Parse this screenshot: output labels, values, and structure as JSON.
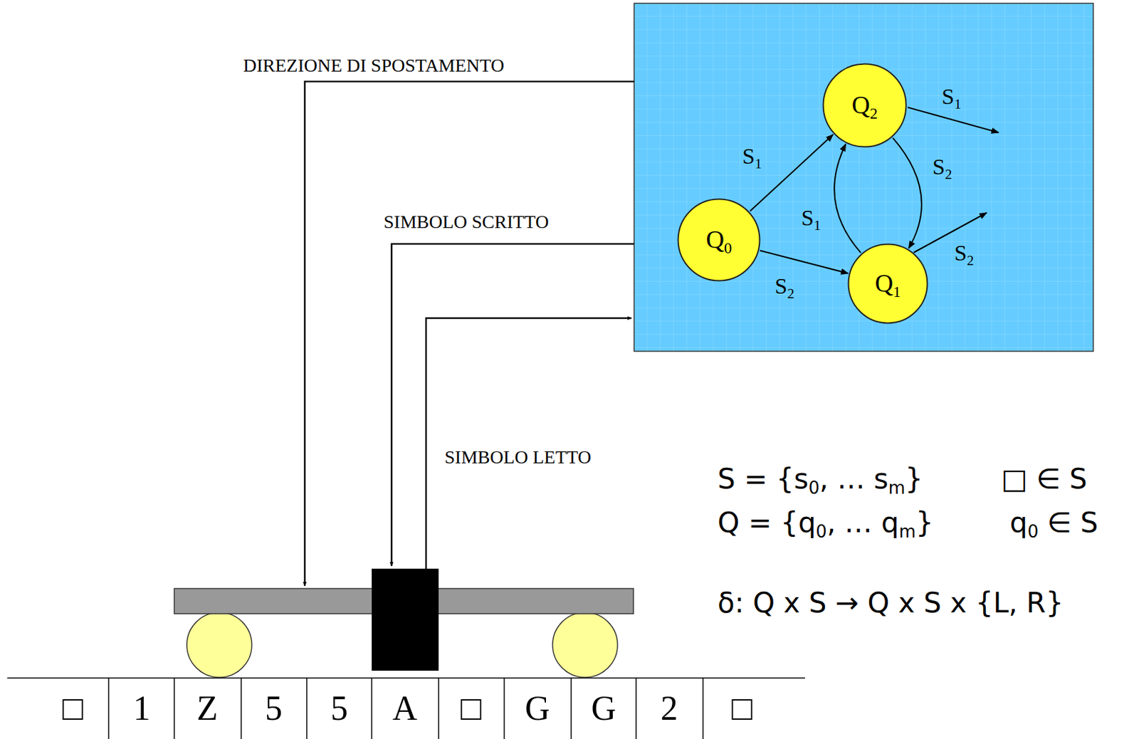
{
  "diagram": {
    "nodes": [
      {
        "text": [
          "Q2"
        ]
      },
      {
        "text": [
          "Q0"
        ]
      },
      {
        "text": [
          "Q1"
        ]
      }
    ],
    "edges": [
      {
        "from": 1,
        "to": 0,
        "label": "S1",
        "arrow": "to"
      },
      {
        "from": 1,
        "to": 2,
        "label": "S2",
        "arrow": "to"
      },
      {
        "from": 0,
        "to": 2,
        "label": "S2",
        "arrow": "to"
      },
      {
        "from": 2,
        "to": 0,
        "label": "S1",
        "arrow": "to"
      }
    ],
    "labels": [
      "DIREZIONE DI SPOSTAMENTO",
      "SIMBOLO SCRITTO",
      "SIMBOLO LETTO",
      "S1",
      "S2",
      "S = {s0, … sm}",
      "□ ∈ S",
      "Q = {q0, … qm}",
      "q0 ∈ S",
      "δ: Q x S → Q x S x {L, R}",
      "□",
      "1",
      "Z",
      "5",
      "5",
      "A",
      "□",
      "G",
      "G",
      "2",
      "□"
    ]
  }
}
